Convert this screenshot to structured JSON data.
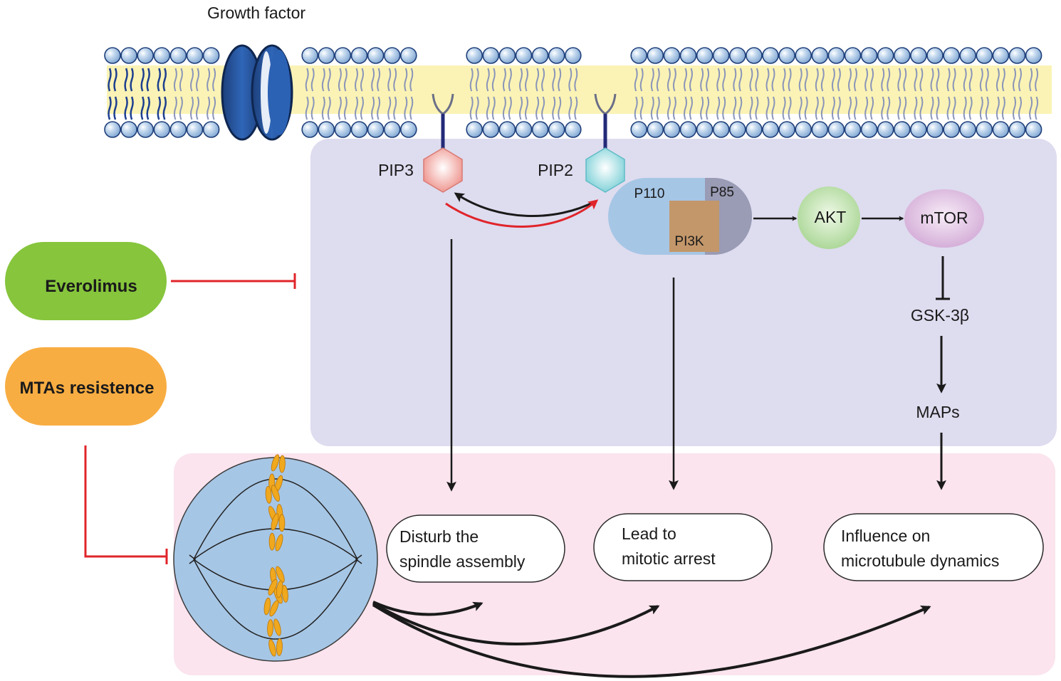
{
  "labels": {
    "growth_factor": "Growth factor",
    "pip3": "PIP3",
    "pip2": "PIP2",
    "p110": "P110",
    "p85": "P85",
    "pi3k": "PI3K",
    "akt": "AKT",
    "mtor": "mTOR",
    "gsk": "GSK-3β",
    "maps": "MAPs"
  },
  "drugs": {
    "everolimus": "Everolimus",
    "mtas": "MTAs resistence"
  },
  "outcomes": {
    "spindle": [
      "Disturb the",
      "spindle assembly"
    ],
    "arrest": [
      "Lead to",
      "mitotic arrest"
    ],
    "microtubule": [
      "Influence on",
      "microtubule dynamics"
    ]
  },
  "colors": {
    "cytoplasm": "#dedcef",
    "cell_panel": "#fbe4ee",
    "membrane_band": "#fbf3b5",
    "lipid_head": "#9dbde0",
    "everolimus": "#86c53c",
    "mtas": "#f8ad42",
    "inhibit_red": "#e0242a",
    "cell_blue": "#a6c6e5",
    "chromosome": "#f0a81e"
  }
}
